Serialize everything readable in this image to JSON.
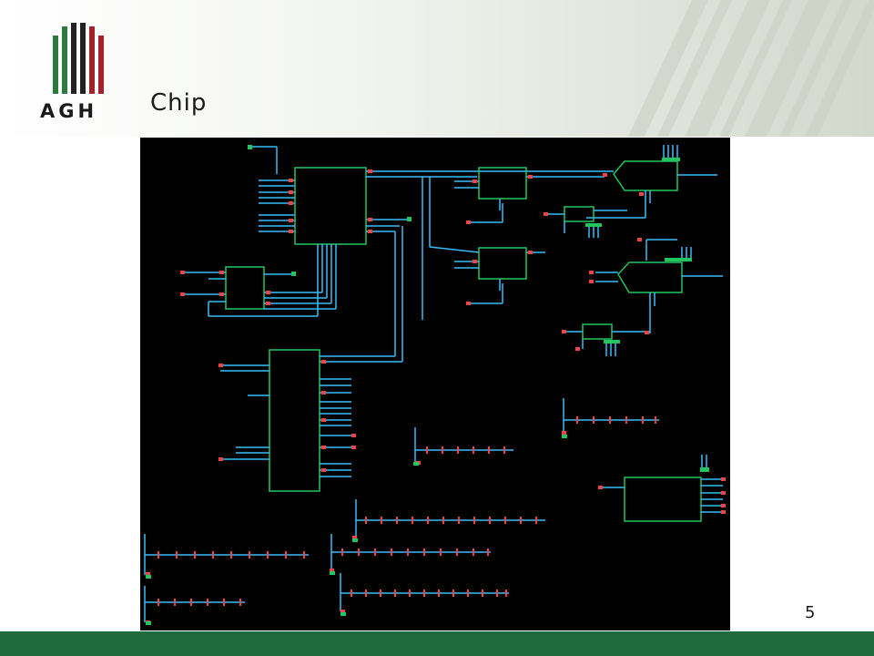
{
  "slide": {
    "title": "Chip",
    "page_number": "5"
  },
  "logo": {
    "text": "AGH"
  },
  "colors": {
    "footer": "#1f6b3f",
    "logo_green": "#2d7a3e",
    "logo_dark": "#222222",
    "logo_red": "#a3232a",
    "schematic_background": "#000000",
    "schematic_box": "#22c55e",
    "schematic_wire": "#38bdf8",
    "schematic_pin": "#ef4444"
  }
}
